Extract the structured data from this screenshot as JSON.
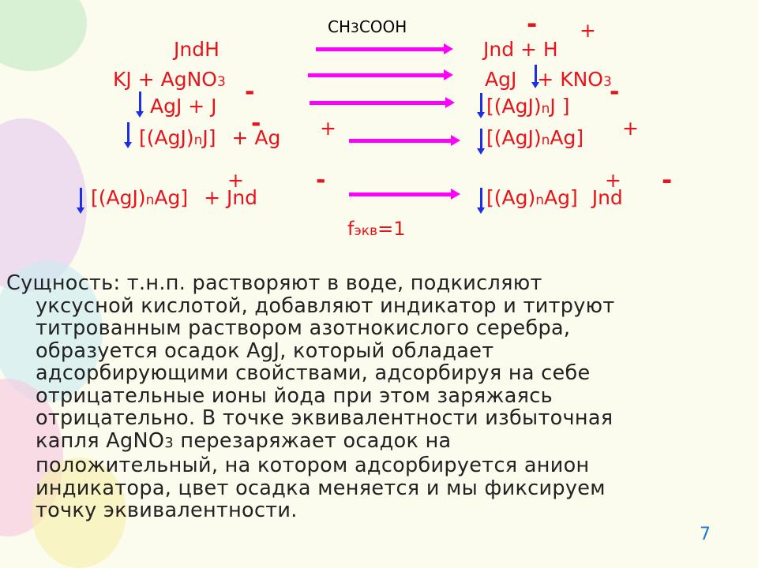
{
  "reagent": "CH3COOH",
  "rows": {
    "r1": {
      "left": "JndH",
      "right": "Jnd + H"
    },
    "r2": {
      "left_a": "KJ + AgNO",
      "left_b": "3",
      "right_a": "AgJ",
      "right_b": " + KNO",
      "right_c": "3"
    },
    "r3": {
      "left": "AgJ + J",
      "right_a": "[(AgJ)",
      "right_b": "n",
      "right_c": "J ]"
    },
    "r4": {
      "left_a": "[(AgJ)",
      "left_b": "n",
      "left_c": "J]",
      "left_d": " + Ag",
      "right_a": "[(AgJ)",
      "right_b": "n",
      "right_c": "Ag]"
    },
    "r5": {
      "left_a": "[(AgJ)",
      "left_b": "n",
      "left_c": "Ag]",
      "left_d": " + Jnd",
      "right_a": "[(Ag)",
      "right_b": "n",
      "right_c": "Ag]",
      "right_d": " Jnd"
    }
  },
  "charges": {
    "plus": "+",
    "minus": "-"
  },
  "fequiv": {
    "a": "f",
    "b": "экв",
    "c": "=1"
  },
  "essence": {
    "l1": "Сущность: т.н.п. растворяют в воде, подкисляют",
    "l2": "уксусной кислотой, добавляют индикатор и титруют",
    "l3": "титрованным раствором азотнокислого серебра,",
    "l4": "образуется осадок AgJ, который обладает",
    "l5": "адсорбирующими свойствами, адсорбируя на себе",
    "l6": "отрицательные ионы йода при этом заряжаясь",
    "l7": "отрицательно. В точке эквивалентности избыточная",
    "l8a": "капля AgNO",
    "l8b": "3",
    "l8c": " перезаряжает осадок на",
    "l9": "положительный, на котором адсорбируется анион",
    "l10": "индикатора, цвет осадка меняется и мы фиксируем",
    "l11": "точку эквивалентности."
  },
  "page_number": "7"
}
